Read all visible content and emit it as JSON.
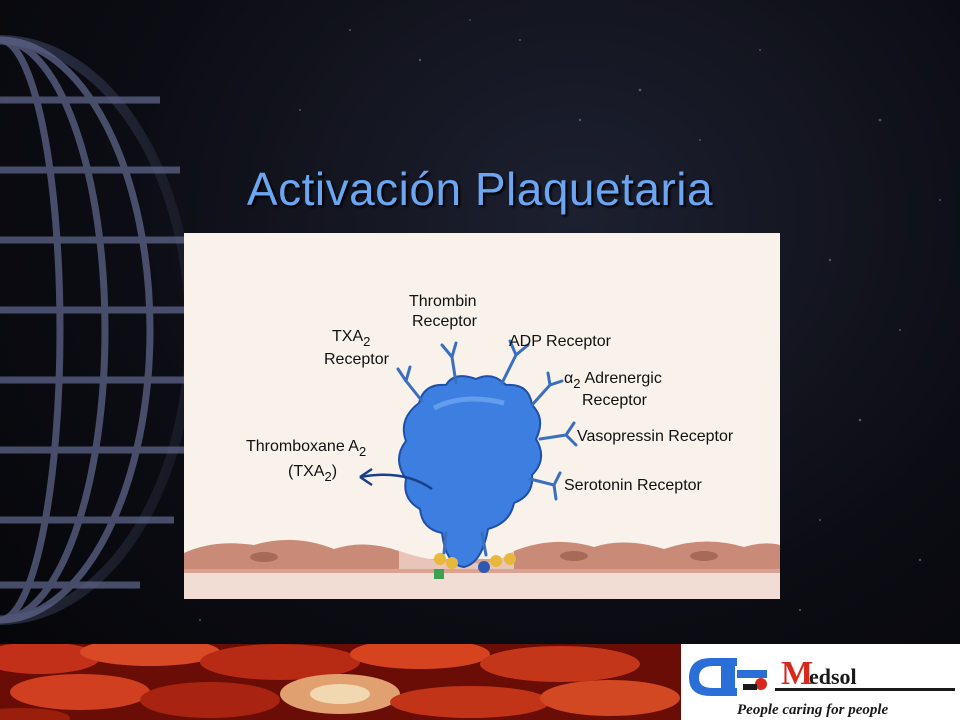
{
  "slide": {
    "title": "Activación Plaquetaria"
  },
  "diagram": {
    "labels": {
      "thrombin_line1": "Thrombin",
      "thrombin_line2": "Receptor",
      "txa2_line1": "TXA",
      "txa2_sub": "2",
      "txa2_line2": "Receptor",
      "adp": "ADP Receptor",
      "alpha_symbol": "α",
      "alpha_sub": "2",
      "alpha_line1": "Adrenergic",
      "alpha_line2": "Receptor",
      "vasopressin": "Vasopressin Receptor",
      "serotonin": "Serotonin Receptor",
      "thromboxane_line1": "Thromboxane A",
      "thromboxane_sub": "2",
      "thromboxane_line2_open": "(TXA",
      "thromboxane_line2_sub": "2",
      "thromboxane_line2_close": ")"
    },
    "colors": {
      "platelet": "#3c7fe0",
      "platelet_dark": "#1f4fa8",
      "receptor": "#3a6fc0",
      "endothelium": "#c98b78"
    }
  },
  "logo": {
    "name_initial": "M",
    "name_rest": "edsol",
    "tagline": "People caring for people"
  }
}
